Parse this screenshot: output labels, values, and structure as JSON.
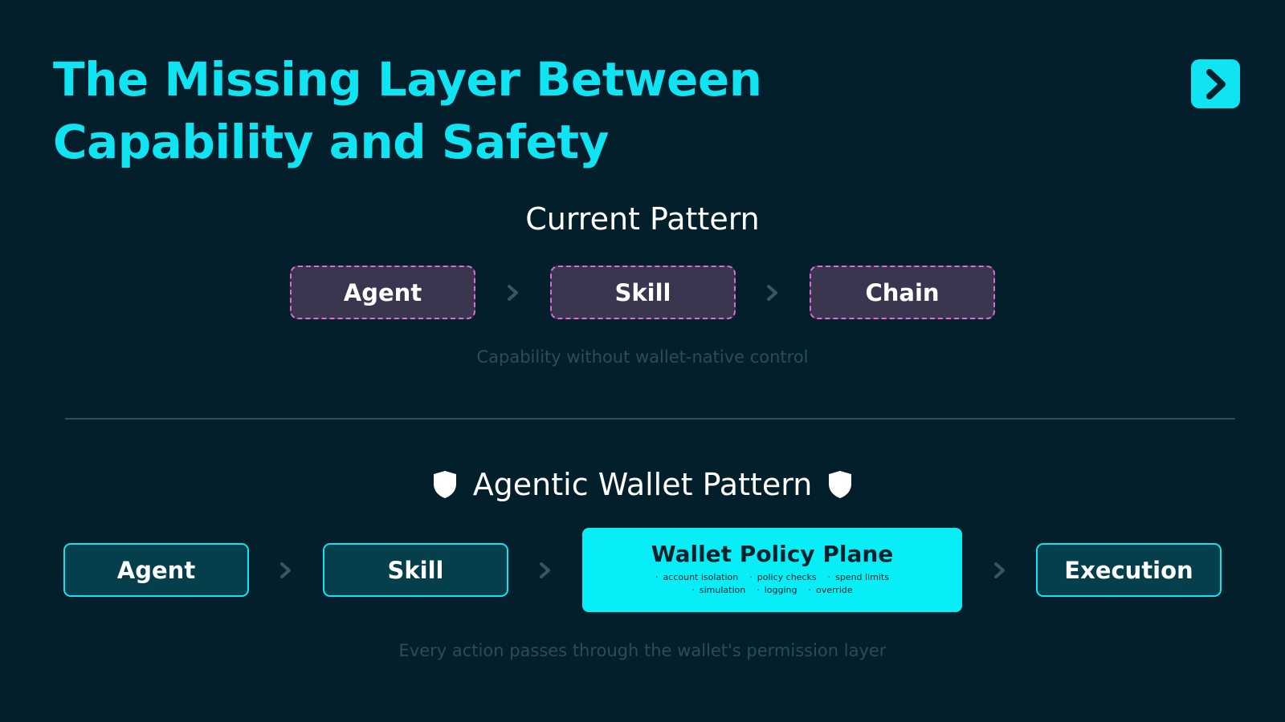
{
  "title": {
    "line1": "The Missing Layer Between",
    "line2": "Capability and Safety"
  },
  "nav": {
    "icon": "chevron-right-icon"
  },
  "current_pattern": {
    "heading": "Current Pattern",
    "steps": [
      "Agent",
      "Skill",
      "Chain"
    ],
    "caption": "Capability without wallet-native control"
  },
  "agentic_pattern": {
    "heading": "Agentic Wallet Pattern",
    "heading_icon": "shield-icon",
    "steps": [
      "Agent",
      "Skill"
    ],
    "policy_plane": {
      "title": "Wallet Policy Plane",
      "features": [
        "account isolation",
        "policy checks",
        "spend limits",
        "simulation",
        "logging",
        "override"
      ]
    },
    "final_step": "Execution",
    "caption": "Every action passes through the wallet's permission layer"
  },
  "colors": {
    "background": "#021f2b",
    "accent": "#10e3f1",
    "current_box_fill": "#3a3650",
    "current_box_border": "#e06ad3",
    "agentic_box_fill": "#043f4b",
    "caption": "#2a4d57"
  }
}
